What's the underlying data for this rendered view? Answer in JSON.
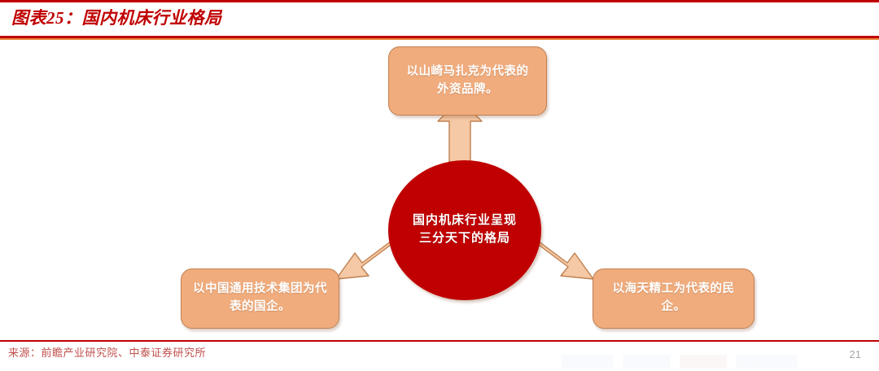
{
  "header": {
    "title": "图表25：国内机床行业格局",
    "title_color": "#c00000",
    "rule_color": "#c00000",
    "accent_rule_color": "#e8833a"
  },
  "diagram": {
    "type": "hub-and-spoke",
    "center": {
      "label": "国内机床行业呈现三分天下的格局",
      "shape": "circle",
      "fill": "#c00000",
      "text_color": "#ffffff"
    },
    "nodes": [
      {
        "id": "foreign-brands",
        "label": "以山崎马扎克为代表的外资品牌。",
        "position": "top",
        "fill": "#f0ac7d",
        "border": "#c08050",
        "text_color": "#ffffff"
      },
      {
        "id": "state-owned",
        "label": "以中国通用技术集团为代表的国企。",
        "position": "bottom-left",
        "fill": "#f0ac7d",
        "border": "#c08050",
        "text_color": "#ffffff"
      },
      {
        "id": "private-owned",
        "label": "以海天精工为代表的民企。",
        "position": "bottom-right",
        "fill": "#f0ac7d",
        "border": "#c08050",
        "text_color": "#ffffff"
      }
    ],
    "arrows": [
      {
        "id": "arrow-up",
        "from": "center",
        "to": "foreign-brands",
        "direction": "up",
        "fill": "#f5c9a5",
        "stroke": "#c08050"
      },
      {
        "id": "arrow-down-left",
        "from": "center",
        "to": "state-owned",
        "direction": "down-left",
        "fill": "#f5c9a5",
        "stroke": "#c08050"
      },
      {
        "id": "arrow-down-right",
        "from": "center",
        "to": "private-owned",
        "direction": "down-right",
        "fill": "#f5c9a5",
        "stroke": "#c08050"
      }
    ]
  },
  "footer": {
    "source": "来源：前瞻产业研究院、中泰证券研究所",
    "page_number": "21",
    "source_color": "#c0504d",
    "page_number_color": "#a6a6a6"
  }
}
